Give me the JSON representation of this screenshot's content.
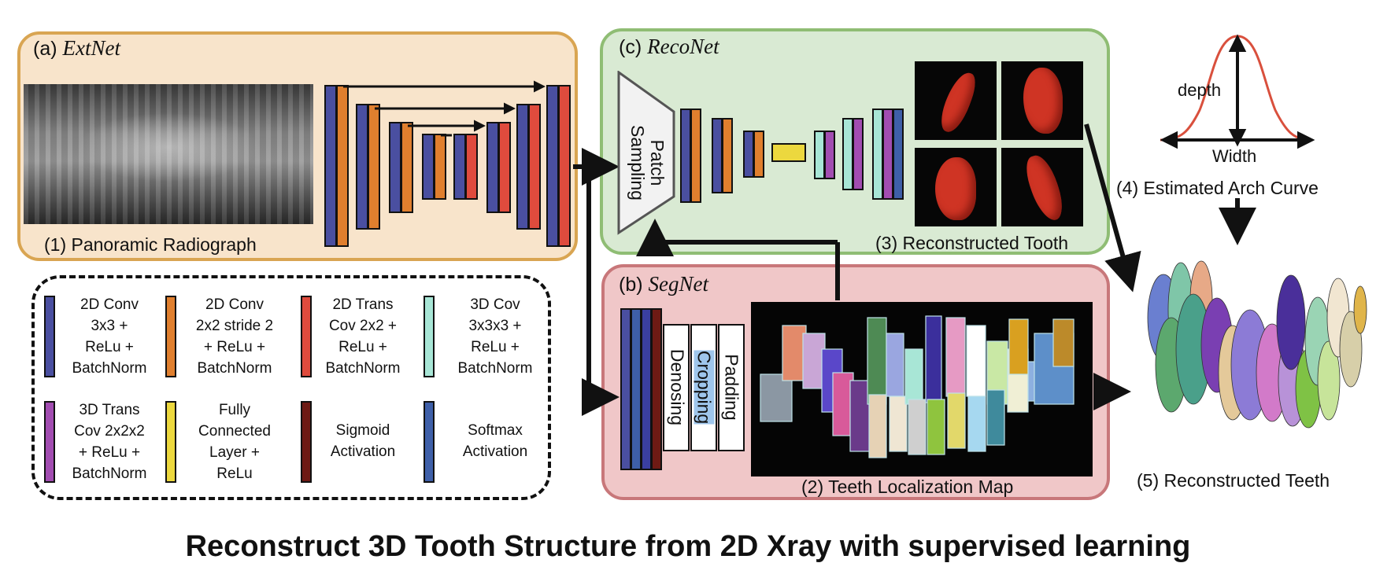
{
  "panels": {
    "extnet": {
      "prefix": "(a)",
      "name": "ExtNet"
    },
    "reconet": {
      "prefix": "(c)",
      "name": "RecoNet"
    },
    "segnet": {
      "prefix": "(b)",
      "name": "SegNet"
    }
  },
  "captions": {
    "panoramic": "(1) Panoramic Radiograph",
    "localization": "(2) Teeth Localization Map",
    "reconstructed_tooth": "(3) Reconstructed Tooth",
    "arch_curve": "(4) Estimated Arch Curve",
    "reconstructed_teeth": "(5) Reconstructed Teeth"
  },
  "patch_sampling": [
    "Patch",
    "Sampling"
  ],
  "seg_steps": [
    "Denosing",
    "Cropping",
    "Padding"
  ],
  "arch": {
    "depth": "depth",
    "width": "Width"
  },
  "legend": [
    {
      "text": "2D Conv\n3x3 +\nReLu +\nBatchNorm",
      "color": "#4a4fa0"
    },
    {
      "text": "2D Conv\n2x2 stride 2\n+ ReLu +\nBatchNorm",
      "color": "#e07f2e"
    },
    {
      "text": "2D Trans\nCov 2x2 +\nReLu +\nBatchNorm",
      "color": "#df4b3d"
    },
    {
      "text": "3D Cov\n3x3x3 +\nReLu +\nBatchNorm",
      "color": "#a8e6d6"
    },
    {
      "text": "3D Trans\nCov 2x2x2\n+ ReLu +\nBatchNorm",
      "color": "#a24db1"
    },
    {
      "text": "Fully\nConnected\nLayer +\nReLu",
      "color": "#ecd83e"
    },
    {
      "text": "Sigmoid\nActivation",
      "color": "#6e1a14"
    },
    {
      "text": "Softmax\nActivation",
      "color": "#3e5fa8"
    }
  ],
  "title": "Reconstruct 3D Tooth Structure from 2D Xray with supervised learning"
}
